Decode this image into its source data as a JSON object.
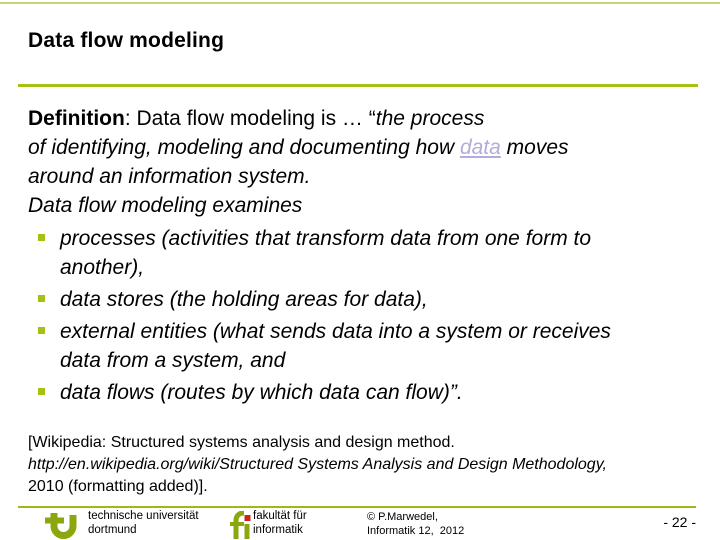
{
  "slide": {
    "title": "Data flow modeling",
    "page_number": "- 22 -"
  },
  "definition": {
    "bold": "Definition",
    "plain": ": Data flow modeling is … “",
    "italic_line1": "the process",
    "line2_pre": "of identifying, modeling and documenting how ",
    "link": "data",
    "line2_post": " moves",
    "line3": "around an information system.",
    "line4": "Data flow modeling examines"
  },
  "bullets": [
    {
      "lines": [
        "processes (activities that transform data from one form to",
        "another),"
      ]
    },
    {
      "lines": [
        "data stores (the holding areas for data),"
      ]
    },
    {
      "lines": [
        "external entities (what sends data into a system or receives",
        "data from a system, and"
      ]
    },
    {
      "lines": [
        "data flows (routes by which data can flow)”."
      ]
    }
  ],
  "citation": {
    "line1": "[Wikipedia: Structured systems analysis and design method.",
    "line2": "http://en.wikipedia.org/wiki/Structured Systems Analysis and Design Methodology,",
    "line3": "2010 (formatting added)]."
  },
  "footer": {
    "university_line1": "technische universität",
    "university_line2": "dortmund",
    "faculty_line1": "fakultät für",
    "faculty_line2": "informatik",
    "copyright_line1": "© P.Marwedel,",
    "copyright_line2": "Informatik 12,  2012"
  },
  "colors": {
    "accent_green": "#a4c213",
    "top_line_green": "#c6d377",
    "footer_line_green": "#9cb915",
    "logo_green": "#8aa80d",
    "logo_dot_red": "#c6281c",
    "link_lavender": "#b3abd9"
  }
}
